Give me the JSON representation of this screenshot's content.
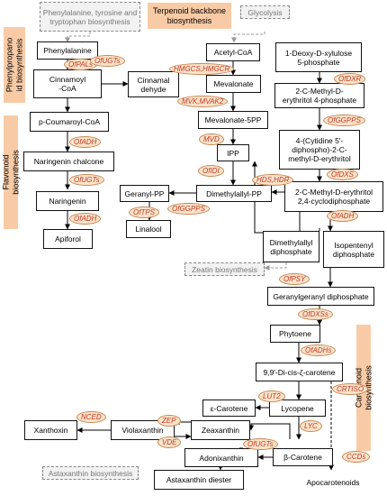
{
  "categories": {
    "terpenoid_backbone": "Terpenoid backbone\nbiosynthesis",
    "phenylpropanoid": "Phenylpropano\nid biosynthesis",
    "flavonoid": "Flavonoid biosynthesis",
    "carotenoid": "Carotenoid biosynthesis"
  },
  "external": {
    "phenylalanine_tyrosine": "Phenylalanine, tyrosine and\ntryptophan biosynthesis",
    "glycolysis": "Glycolysis",
    "zeatin": "Zeatin biosynthesis",
    "astaxanthin": "Astaxanthin biosynthesis"
  },
  "compounds": {
    "phenylalanine": "Phenylalanine",
    "cinnamoyl_coa": "Cinnamoyl\n-CoA",
    "cinnamaldehyde": "Cinnamal\ndehyde",
    "p_coumaroyl_coa": "p-Coumaroyl-CoA",
    "naringenin_chalcone": "Naringenin chalcone",
    "naringenin": "Naringenin",
    "apiforol": "Apiforol",
    "acetyl_coa": "Acetyl-CoA",
    "mevalonate": "Mevalonate",
    "mevalonate_5pp": "Mevalonate-5PP",
    "ipp": "IPP",
    "geranyl_pp": "Geranyl-PP",
    "dimethylallyl_pp": "Dimethylallyl-PP",
    "linalool": "Linalool",
    "dxp": "1-Deoxy-D-xylulose\n5-phosphate",
    "mep": "2-C-Methyl-D-\nerythritol 4-phosphate",
    "cdp_me": "4-(Cytidine 5'-\ndiphospho)-2-C-\nmethyl-D-erythritol",
    "mecpp": "2-C-Methyl-D-erythritol\n2,4-cyclodiphosphate",
    "dmapp": "Dimethylallyl\ndiphosphate",
    "ipp_diphosphate": "Isopentenyl\ndiphosphate",
    "ggpp": "Geranylgeranyl diphosphate",
    "phytoene": "Phytoene",
    "di_cis_carotene": "9,9'-Di-cis-ζ-carotene",
    "epsilon_carotene": "ε-Carotene",
    "lycopene": "Lycopene",
    "beta_carotene": "β-Carotene",
    "xanthoxin": "Xanthoxin",
    "violaxanthin": "Violaxanthin",
    "zeaxanthin": "Zeaxanthin",
    "adonixanthin": "Adonixanthin",
    "astaxanthin_diester": "Astaxanthin diester",
    "apocarotenoids": "Apocarotenoids"
  },
  "enzymes": {
    "ofpals": "OfPALs",
    "ofugts_1": "OfUGTs",
    "ofadh_1": "OfADH",
    "ofugts_2": "OfUGTs",
    "ofadh_2": "OfADH",
    "hmgcs": "HMGCS,HMGCR",
    "mvk": "MVK,MVAK2",
    "mvd": "MVD",
    "ofidi": "OfIDI",
    "oftps": "OfTPS",
    "ofggpps_1": "OfGGPPS",
    "hds": "HDS,HDR",
    "ofdxr": "OfDXR",
    "ofggpps_2": "OfGGPPS",
    "ofdxs": "OfDXS",
    "ofadh_3": "OfADH",
    "ofpsy": "OfPSY",
    "ofdxss": "OfDXSs",
    "ofadhs": "OfADHs",
    "crtiso": "CRTISO",
    "lut2": "LUT2",
    "lyc": "LYC",
    "zep": "ZEP",
    "vde": "VDE",
    "nced": "NCED",
    "ofugts_3": "OfUGTs",
    "ccds": "CCDs"
  },
  "colors": {
    "category_fill": "#f8cba6",
    "enzyme_fill": "#fbe3c8",
    "enzyme_text": "#c0392b",
    "external_text": "#777777"
  }
}
